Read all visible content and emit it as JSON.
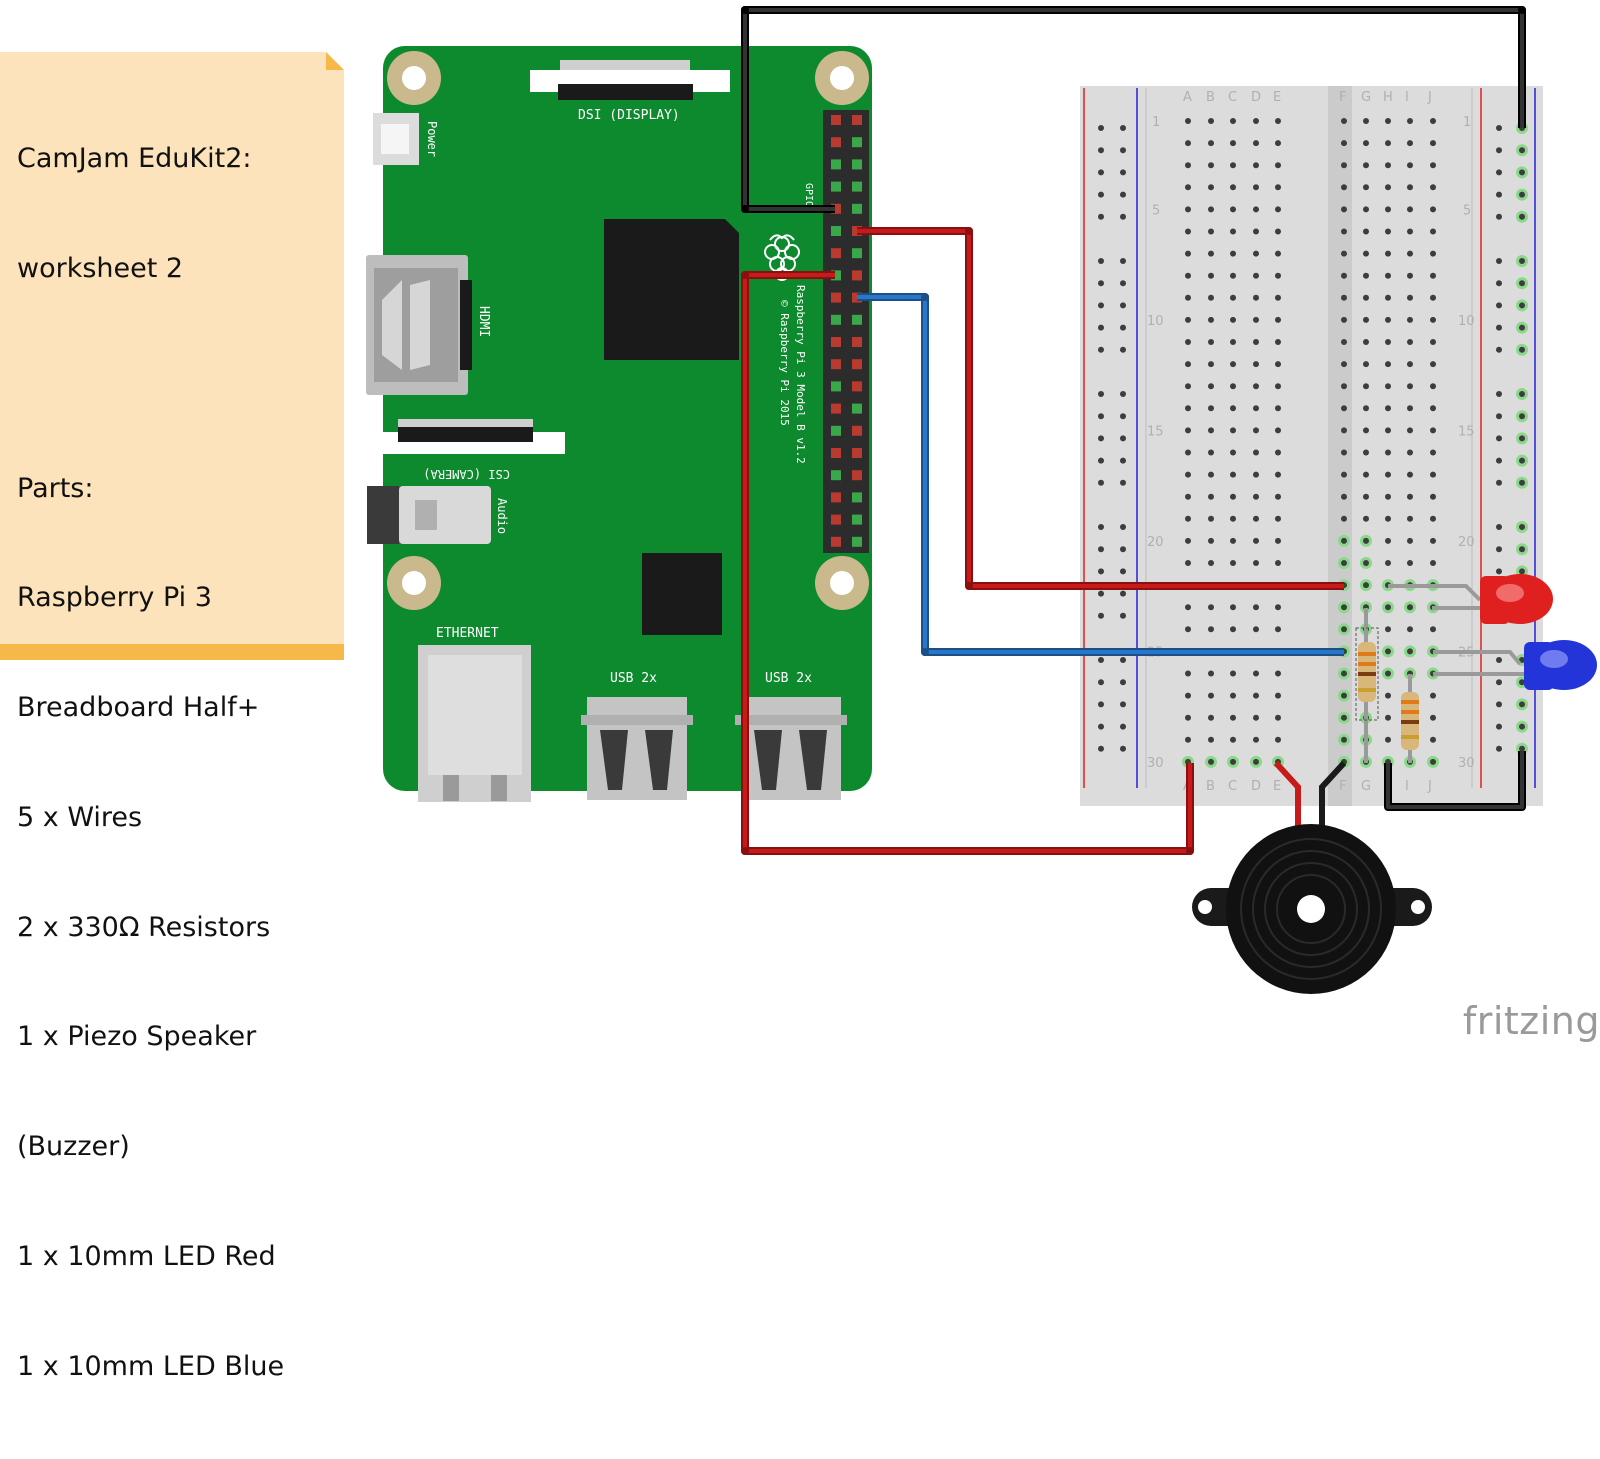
{
  "note": {
    "lines": [
      "CamJam EduKit2:",
      "worksheet 2",
      "",
      "Parts:",
      "Raspberry Pi 3",
      "Breadboard Half+",
      "5 x Wires",
      "2 x 330Ω Resistors",
      "1 x Piezo Speaker",
      "(Buzzer)",
      "1 x 10mm LED Red",
      "1 x 10mm LED Blue"
    ]
  },
  "pi": {
    "dsi_label": "DSI (DISPLAY)",
    "power_label": "Power",
    "hdmi_label": "HDMI",
    "csi_label": "CSI (CAMERA)",
    "audio_label": "Audio",
    "gpio_label": "GPIO",
    "model_label": "Raspberry Pi 3 Model B v1.2",
    "copyright_label": "© Raspberry Pi 2015",
    "ethernet_label": "ETHERNET",
    "usb_labels": [
      "USB 2x",
      "USB 2x"
    ],
    "board_color": "#0d8a2e"
  },
  "breadboard": {
    "column_letters_left": [
      "A",
      "B",
      "C",
      "D",
      "E"
    ],
    "column_letters_right": [
      "F",
      "G",
      "H",
      "I",
      "J"
    ],
    "row_numbers": [
      "1",
      "5",
      "10",
      "15",
      "20",
      "25",
      "30"
    ]
  },
  "wires": {
    "colors": {
      "black": "#1a1a1a",
      "red": "#c71b1b",
      "blue": "#2a76c7"
    }
  },
  "components": {
    "led_red_color": "#e0201f",
    "led_blue_color": "#2335d9",
    "resistor_body_color": "#d9b67a",
    "buzzer_color": "#111111"
  },
  "brand": "fritzing"
}
